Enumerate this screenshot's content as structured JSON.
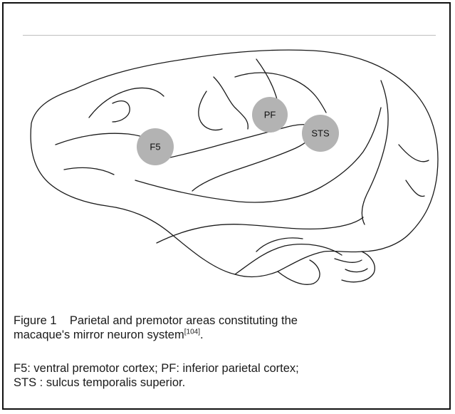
{
  "figure": {
    "caption_label": "Figure 1",
    "caption_text_1": "Parietal and premotor areas constituting the",
    "caption_text_2": "macaque's mirror neuron system",
    "caption_ref": "[104]",
    "caption_end": "."
  },
  "legend": {
    "line_1": "F5: ventral premotor cortex; PF: inferior parietal cortex;",
    "line_2": "STS : sulcus temporalis superior."
  },
  "areas": [
    {
      "id": "F5",
      "label": "F5",
      "color": "#b3b3b3"
    },
    {
      "id": "PF",
      "label": "PF",
      "color": "#b3b3b3"
    },
    {
      "id": "STS",
      "label": "STS",
      "color": "#b3b3b3"
    }
  ],
  "colors": {
    "outline": "#1a1a1a",
    "rule": "#bfbfbf",
    "border": "#111111"
  }
}
